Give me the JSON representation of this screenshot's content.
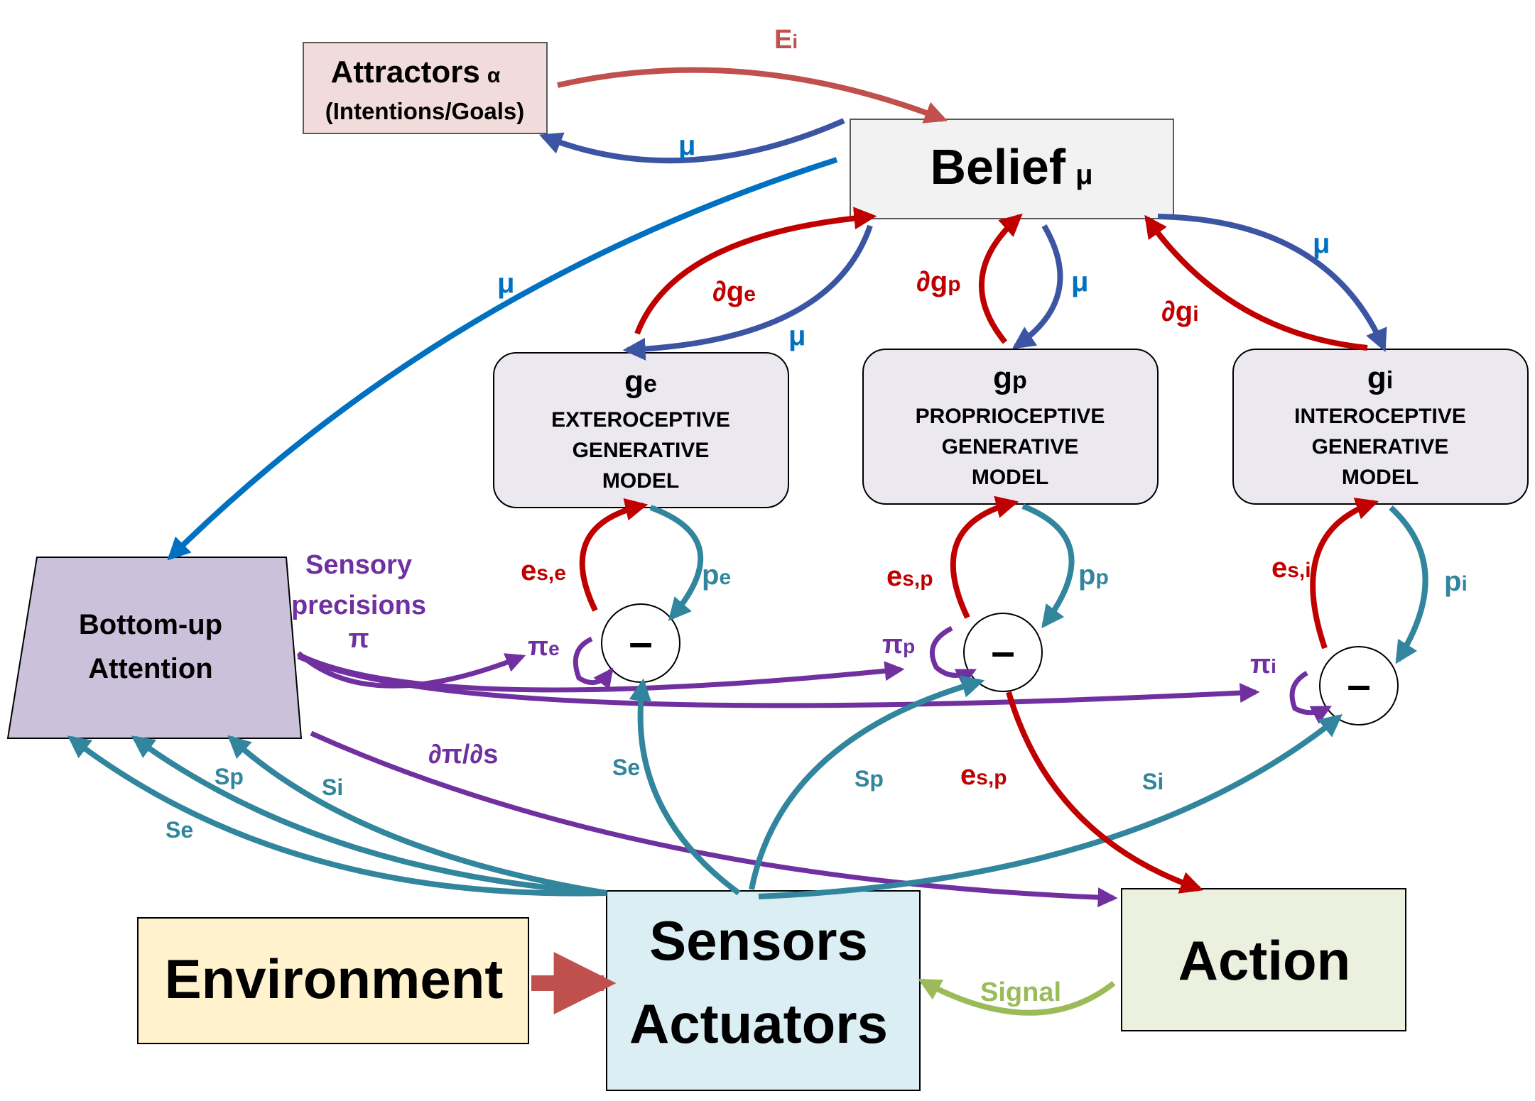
{
  "colors": {
    "red": "#c00000",
    "salmon": "#c0504d",
    "blue": "#3b55a3",
    "brightblue": "#0070c0",
    "teal": "#31859c",
    "purple": "#7030a0",
    "green": "#9bbb59",
    "black": "#000000"
  },
  "boxes": {
    "attractors": {
      "title": "Attractors",
      "sub": "α",
      "line2": "(Intentions/Goals)"
    },
    "belief": {
      "title": "Belief",
      "sub": "μ"
    },
    "ge": {
      "g": "g",
      "sub": "e",
      "l1": "EXTEROCEPTIVE",
      "l2": "GENERATIVE",
      "l3": "MODEL"
    },
    "gp": {
      "g": "g",
      "sub": "p",
      "l1": "PROPRIOCEPTIVE",
      "l2": "GENERATIVE",
      "l3": "MODEL"
    },
    "gi": {
      "g": "g",
      "sub": "i",
      "l1": "INTEROCEPTIVE",
      "l2": "GENERATIVE",
      "l3": "MODEL"
    },
    "attention": {
      "l1": "Bottom-up",
      "l2": "Attention"
    },
    "environment": {
      "label": "Environment"
    },
    "sensors": {
      "l1": "Sensors",
      "l2": "Actuators"
    },
    "action": {
      "label": "Action"
    }
  },
  "minus": "–",
  "labels": {
    "Ei": {
      "main": "E",
      "sub": "i"
    },
    "mu_attr": "μ",
    "mu_attn": "μ",
    "mu_e": "μ",
    "mu_p": "μ",
    "mu_i": "μ",
    "dge": {
      "main": "∂g",
      "sub": "e"
    },
    "dgp": {
      "main": "∂g",
      "sub": "p"
    },
    "dgi": {
      "main": "∂g",
      "sub": "i"
    },
    "ese": {
      "main": "e",
      "sub": "s,e"
    },
    "esp": {
      "main": "e",
      "sub": "s,p"
    },
    "esi": {
      "main": "e",
      "sub": "s,i"
    },
    "esp2": {
      "main": "e",
      "sub": "s,p"
    },
    "pe": {
      "main": "p",
      "sub": "e"
    },
    "pp": {
      "main": "p",
      "sub": "p"
    },
    "pi": {
      "main": "p",
      "sub": "i"
    },
    "pie": {
      "main": "π",
      "sub": "e"
    },
    "pip": {
      "main": "π",
      "sub": "p"
    },
    "pii": {
      "main": "π",
      "sub": "i"
    },
    "sensory1": "Sensory",
    "sensory2": "precisions",
    "sensory3": "π",
    "dpids": "∂π/∂s",
    "se_left": "Se",
    "sp_left": "Sp",
    "si_left": "Si",
    "se_mid": "Se",
    "sp_mid": "Sp",
    "si_mid": "Si",
    "signal": "Signal"
  }
}
